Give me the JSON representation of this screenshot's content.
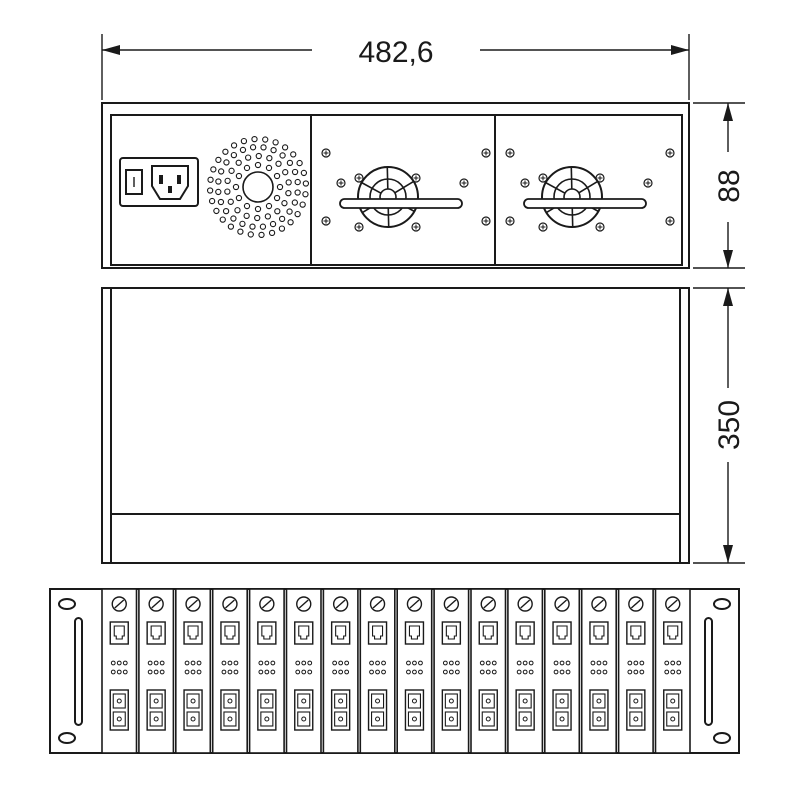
{
  "dimensions": {
    "width_label": "482,6",
    "height_label": "88",
    "depth_label": "350"
  },
  "front_panel": {
    "slot_count": 16
  },
  "line_color": "#1a1a1a",
  "background_color": "#ffffff"
}
